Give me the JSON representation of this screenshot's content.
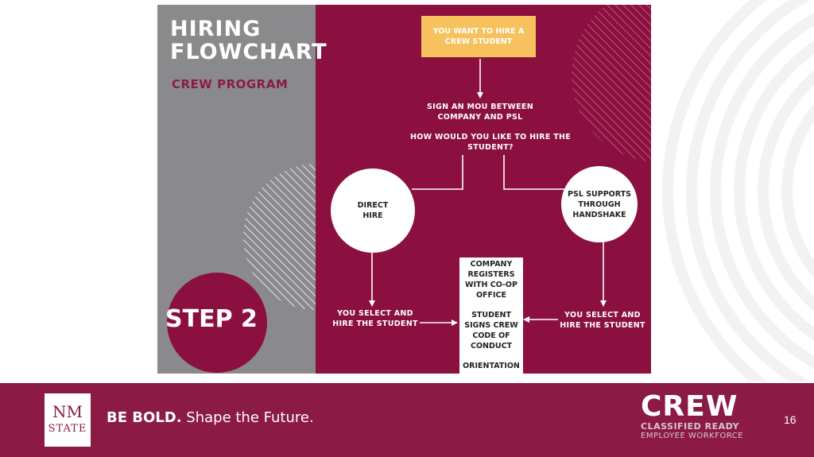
{
  "slide": {
    "title": "HIRING\nFLOWCHART",
    "subtitle": "CREW PROGRAM",
    "step": "STEP 2"
  },
  "flow": {
    "start": "YOU WANT TO HIRE A CREW STUDENT",
    "mou": "SIGN AN MOU BETWEEN COMPANY AND PSL",
    "question": "HOW WOULD YOU LIKE TO HIRE THE STUDENT?",
    "direct_hire": "DIRECT HIRE",
    "psl_supports": "PSL SUPPORTS THROUGH HANDSHAKE",
    "select_left": "YOU SELECT AND HIRE THE STUDENT",
    "select_right": "YOU SELECT AND HIRE THE STUDENT",
    "center_steps": [
      "COMPANY REGISTERS WITH CO-OP OFFICE",
      "STUDENT SIGNS CREW CODE OF CONDUCT",
      "ORIENTATION"
    ]
  },
  "footer": {
    "logo_line1": "NM",
    "logo_line2": "STATE",
    "tagline_bold": "BE BOLD.",
    "tagline_rest": " Shape the Future.",
    "crew_big": "CREW",
    "crew_line1": "CLASSIFIED READY",
    "crew_line2": "EMPLOYEE WORKFORCE",
    "page_number": "16"
  },
  "colors": {
    "maroon": "#8b0f3f",
    "gray": "#8a8a8d",
    "start_box": "#f7c15d",
    "footer": "#8b1a45"
  }
}
